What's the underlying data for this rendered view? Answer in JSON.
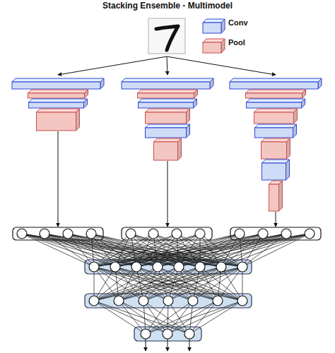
{
  "diagram": {
    "title": "Stacking Ensemble - Multimodel",
    "legend": [
      {
        "text": "Conv",
        "color": "#cfdcf7"
      },
      {
        "text": "Pool",
        "color": "#f4c6c2"
      }
    ]
  }
}
